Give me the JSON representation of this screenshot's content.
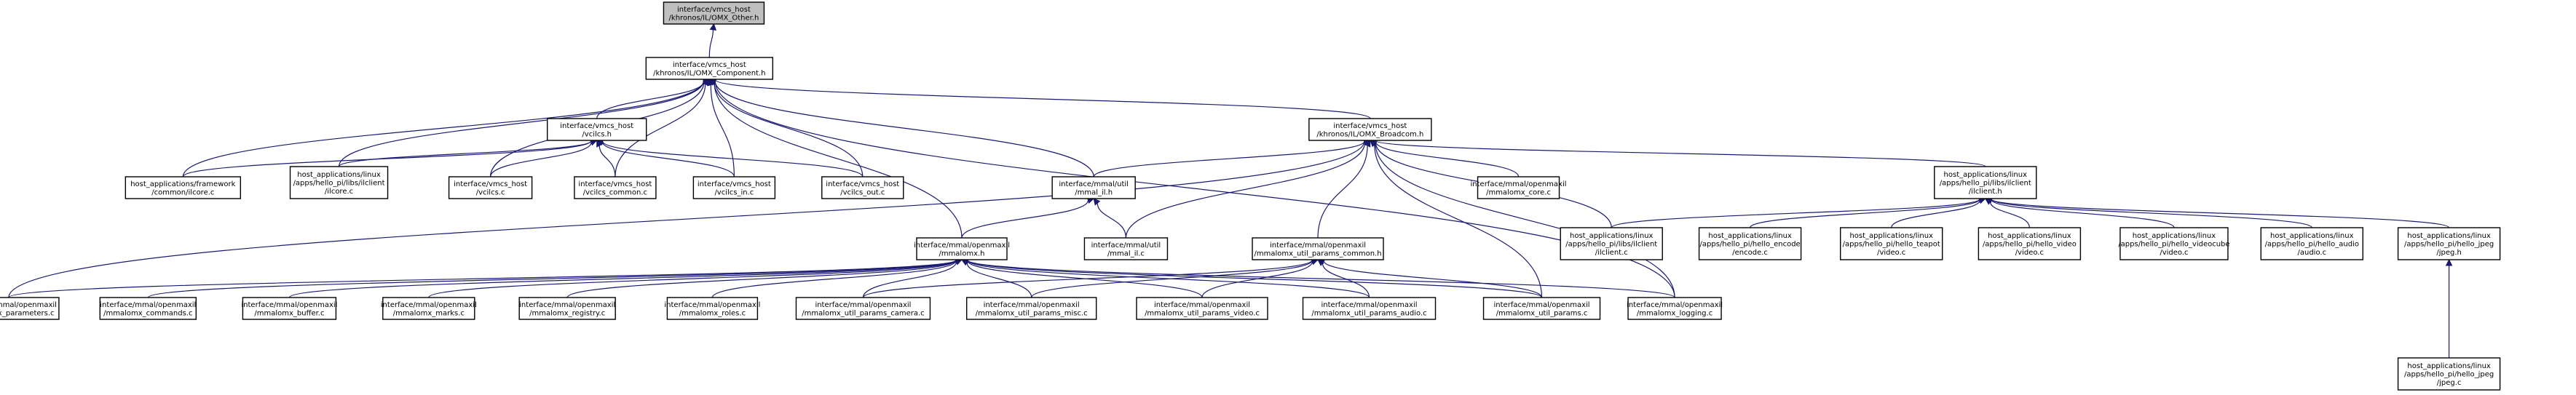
{
  "nodes": {
    "omx_other": [
      "interface/vmcs_host",
      "/khronos/IL/OMX_Other.h"
    ],
    "omx_component": [
      "interface/vmcs_host",
      "/khronos/IL/OMX_Component.h"
    ],
    "vcilcs_h": [
      "interface/vmcs_host",
      "/vcilcs.h"
    ],
    "omx_broadcom": [
      "interface/vmcs_host",
      "/khronos/IL/OMX_Broadcom.h"
    ],
    "framework_ilcore": [
      "host_applications/framework",
      "/common/ilcore.c"
    ],
    "libs_ilcore": [
      "host_applications/linux",
      "/apps/hello_pi/libs/ilclient",
      "/ilcore.c"
    ],
    "vcilcs_c": [
      "interface/vmcs_host",
      "/vcilcs.c"
    ],
    "vcilcs_common": [
      "interface/vmcs_host",
      "/vcilcs_common.c"
    ],
    "vcilcs_in": [
      "interface/vmcs_host",
      "/vcilcs_in.c"
    ],
    "vcilcs_out": [
      "interface/vmcs_host",
      "/vcilcs_out.c"
    ],
    "mmal_il_h": [
      "interface/mmal/util",
      "/mmal_il.h"
    ],
    "mmalomx_core": [
      "interface/mmal/openmaxil",
      "/mmalomx_core.c"
    ],
    "ilclient_h": [
      "host_applications/linux",
      "/apps/hello_pi/libs/ilclient",
      "/ilclient.h"
    ],
    "mmalomx_h": [
      "interface/mmal/openmaxil",
      "/mmalomx.h"
    ],
    "mmal_il_c": [
      "interface/mmal/util",
      "/mmal_il.c"
    ],
    "util_params_common_h": [
      "interface/mmal/openmaxil",
      "/mmalomx_util_params_common.h"
    ],
    "ilclient_c": [
      "host_applications/linux",
      "/apps/hello_pi/libs/ilclient",
      "/ilclient.c"
    ],
    "encode_c": [
      "host_applications/linux",
      "/apps/hello_pi/hello_encode",
      "/encode.c"
    ],
    "teapot_video": [
      "host_applications/linux",
      "/apps/hello_pi/hello_teapot",
      "/video.c"
    ],
    "hello_video": [
      "host_applications/linux",
      "/apps/hello_pi/hello_video",
      "/video.c"
    ],
    "videocube_video": [
      "host_applications/linux",
      "/apps/hello_pi/hello_videocube",
      "/video.c"
    ],
    "audio_c": [
      "host_applications/linux",
      "/apps/hello_pi/hello_audio",
      "/audio.c"
    ],
    "jpeg_h": [
      "host_applications/linux",
      "/apps/hello_pi/hello_jpeg",
      "/jpeg.h"
    ],
    "mmalomx_parameters": [
      "interface/mmal/openmaxil",
      "/mmalomx_parameters.c"
    ],
    "mmalomx_commands": [
      "interface/mmal/openmaxil",
      "/mmalomx_commands.c"
    ],
    "mmalomx_buffer": [
      "interface/mmal/openmaxil",
      "/mmalomx_buffer.c"
    ],
    "mmalomx_marks": [
      "interface/mmal/openmaxil",
      "/mmalomx_marks.c"
    ],
    "mmalomx_registry": [
      "interface/mmal/openmaxil",
      "/mmalomx_registry.c"
    ],
    "mmalomx_roles": [
      "interface/mmal/openmaxil",
      "/mmalomx_roles.c"
    ],
    "util_params_camera": [
      "interface/mmal/openmaxil",
      "/mmalomx_util_params_camera.c"
    ],
    "util_params_misc": [
      "interface/mmal/openmaxil",
      "/mmalomx_util_params_misc.c"
    ],
    "util_params_video": [
      "interface/mmal/openmaxil",
      "/mmalomx_util_params_video.c"
    ],
    "util_params_audio": [
      "interface/mmal/openmaxil",
      "/mmalomx_util_params_audio.c"
    ],
    "util_params_c": [
      "interface/mmal/openmaxil",
      "/mmalomx_util_params.c"
    ],
    "mmalomx_logging": [
      "interface/mmal/openmaxil",
      "/mmalomx_logging.c"
    ],
    "jpeg_c": [
      "host_applications/linux",
      "/apps/hello_pi/hello_jpeg",
      "/jpeg.c"
    ]
  },
  "edges": [
    [
      "omx_component",
      "omx_other"
    ],
    [
      "vcilcs_h",
      "omx_component"
    ],
    [
      "omx_broadcom",
      "omx_component"
    ],
    [
      "framework_ilcore",
      "omx_component"
    ],
    [
      "libs_ilcore",
      "omx_component"
    ],
    [
      "vcilcs_c",
      "omx_component"
    ],
    [
      "vcilcs_common",
      "omx_component"
    ],
    [
      "vcilcs_in",
      "omx_component"
    ],
    [
      "vcilcs_out",
      "omx_component"
    ],
    [
      "mmal_il_h",
      "omx_component"
    ],
    [
      "mmalomx_h",
      "omx_component"
    ],
    [
      "mmalomx_logging",
      "omx_component"
    ],
    [
      "framework_ilcore",
      "vcilcs_h"
    ],
    [
      "libs_ilcore",
      "vcilcs_h"
    ],
    [
      "vcilcs_c",
      "vcilcs_h"
    ],
    [
      "vcilcs_common",
      "vcilcs_h"
    ],
    [
      "vcilcs_in",
      "vcilcs_h"
    ],
    [
      "vcilcs_out",
      "vcilcs_h"
    ],
    [
      "mmal_il_h",
      "omx_broadcom"
    ],
    [
      "mmalomx_core",
      "omx_broadcom"
    ],
    [
      "ilclient_h",
      "omx_broadcom"
    ],
    [
      "util_params_common_h",
      "omx_broadcom"
    ],
    [
      "mmal_il_c",
      "omx_broadcom"
    ],
    [
      "ilclient_c",
      "omx_broadcom"
    ],
    [
      "mmalomx_parameters",
      "omx_broadcom"
    ],
    [
      "util_params_c",
      "omx_broadcom"
    ],
    [
      "mmalomx_logging",
      "omx_broadcom"
    ],
    [
      "mmalomx_h",
      "mmal_il_h"
    ],
    [
      "mmal_il_c",
      "mmal_il_h"
    ],
    [
      "ilclient_c",
      "ilclient_h"
    ],
    [
      "encode_c",
      "ilclient_h"
    ],
    [
      "teapot_video",
      "ilclient_h"
    ],
    [
      "hello_video",
      "ilclient_h"
    ],
    [
      "videocube_video",
      "ilclient_h"
    ],
    [
      "audio_c",
      "ilclient_h"
    ],
    [
      "jpeg_h",
      "ilclient_h"
    ],
    [
      "jpeg_c",
      "jpeg_h"
    ],
    [
      "mmalomx_parameters",
      "mmalomx_h"
    ],
    [
      "mmalomx_commands",
      "mmalomx_h"
    ],
    [
      "mmalomx_buffer",
      "mmalomx_h"
    ],
    [
      "mmalomx_marks",
      "mmalomx_h"
    ],
    [
      "mmalomx_registry",
      "mmalomx_h"
    ],
    [
      "mmalomx_roles",
      "mmalomx_h"
    ],
    [
      "util_params_camera",
      "mmalomx_h"
    ],
    [
      "util_params_misc",
      "mmalomx_h"
    ],
    [
      "util_params_video",
      "mmalomx_h"
    ],
    [
      "util_params_audio",
      "mmalomx_h"
    ],
    [
      "util_params_c",
      "mmalomx_h"
    ],
    [
      "mmalomx_logging",
      "mmalomx_h"
    ],
    [
      "util_params_camera",
      "util_params_common_h"
    ],
    [
      "util_params_misc",
      "util_params_common_h"
    ],
    [
      "util_params_video",
      "util_params_common_h"
    ],
    [
      "util_params_audio",
      "util_params_common_h"
    ],
    [
      "util_params_c",
      "util_params_common_h"
    ]
  ]
}
